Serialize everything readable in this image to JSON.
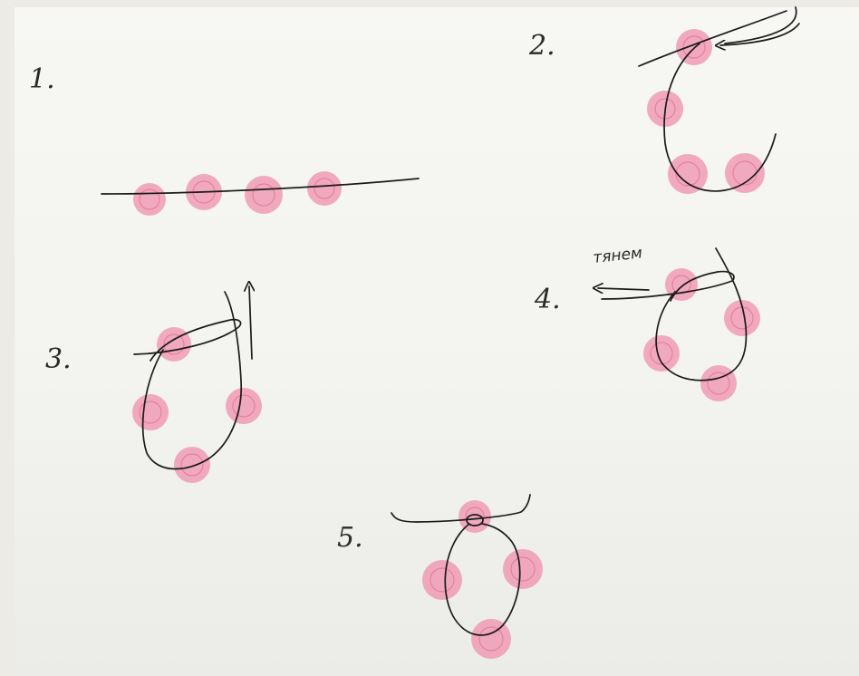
{
  "diagram": {
    "steps": [
      {
        "id": "1",
        "label": "1."
      },
      {
        "id": "2",
        "label": "2."
      },
      {
        "id": "3",
        "label": "3."
      },
      {
        "id": "4",
        "label": "4.",
        "note": "тянем"
      },
      {
        "id": "5",
        "label": "5."
      }
    ]
  },
  "colors": {
    "bead": "#ef93b1",
    "wire": "#1b1b1b",
    "paper": "#f5f5f2",
    "background": "#ecebe6"
  }
}
